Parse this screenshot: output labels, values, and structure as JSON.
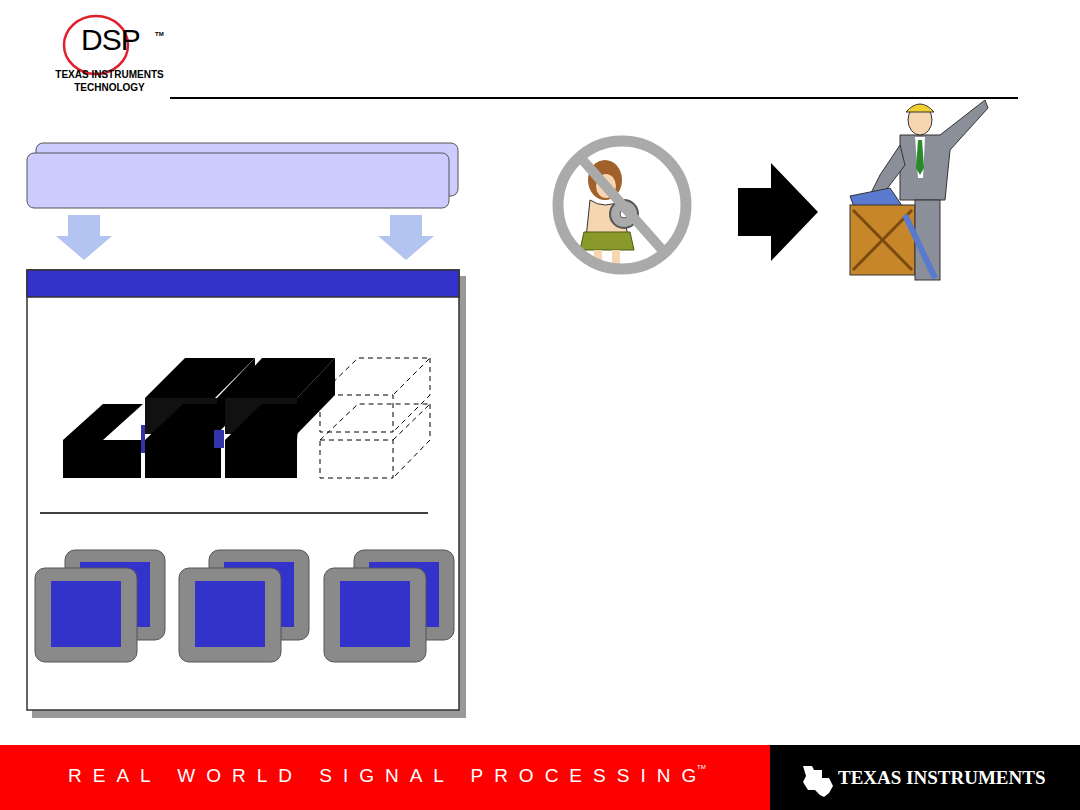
{
  "diagram": {
    "labels": [
      "DSP",
      "TM",
      "TEXAS INSTRUMENTS TECHNOLOGY",
      "REAL WORLD SIGNAL PROCESSING",
      "TM",
      "TEXAS INSTRUMENTS"
    ]
  }
}
